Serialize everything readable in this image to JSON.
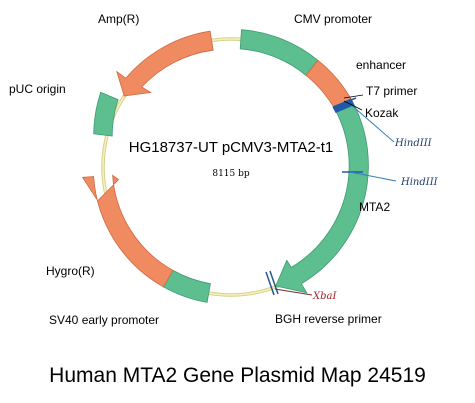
{
  "plasmid": {
    "name": "HG18737-UT pCMV3-MTA2-t1",
    "size": "8115 bp"
  },
  "features": {
    "cmv_promoter": "CMV promoter",
    "enhancer": "enhancer",
    "t7_primer": "T7 primer",
    "kozak": "Kozak",
    "mta2": "MTA2",
    "bgh_reverse_primer": "BGH reverse primer",
    "sv40_early_promoter": "SV40 early promoter",
    "hygro": "Hygro(R)",
    "puc_origin": "pUC origin",
    "amp": "Amp(R)"
  },
  "sites": {
    "hindiii_1": "HindIII",
    "hindiii_2": "HindIII",
    "xbai": "XbaI"
  },
  "caption": "Human MTA2 Gene Plasmid Map 24519",
  "colors": {
    "green": "#5dbe90",
    "orange": "#ef8a61",
    "backbone": "#f4eeaa",
    "blue": "#1e5aa8",
    "hind_line": "#2f7fb7",
    "xba_text": "#a2222a",
    "xba_line": "#7a2a2a"
  }
}
